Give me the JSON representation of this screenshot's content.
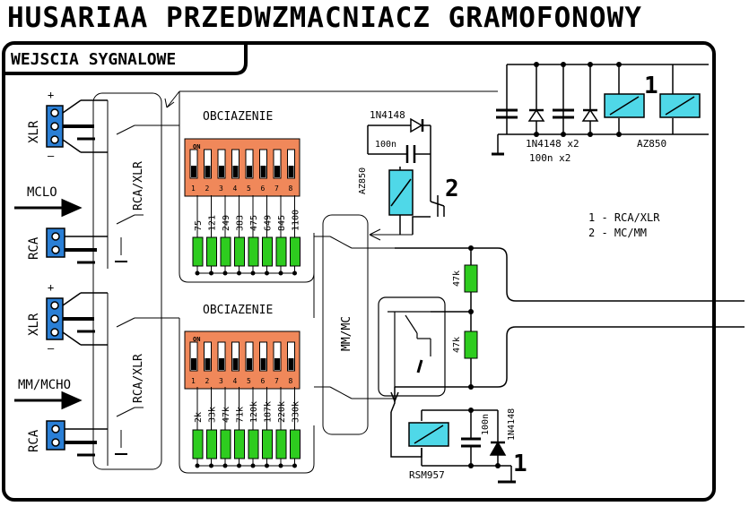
{
  "title": "HUSARIAA PRZEDWZMACNIACZ GRAMOFONOWY",
  "section_label": "WEJSCIA SYGNALOWE",
  "inputs": {
    "xlr_label": "XLR",
    "rca_label": "RCA",
    "mclo_label": "MCLO",
    "mm_mcho_label": "MM/MCHO",
    "plus": "+",
    "minus": "–"
  },
  "switch_labels": {
    "rca_xlr": "RCA/XLR",
    "mm_mc": "MM/MC"
  },
  "dip_label": "OBCIAZENIE",
  "dip_on": "ON",
  "dip_numbers": [
    "1",
    "2",
    "3",
    "4",
    "5",
    "6",
    "7",
    "8"
  ],
  "resistors_top": [
    "75",
    "121",
    "249",
    "383",
    "475",
    "649",
    "845",
    "1100"
  ],
  "resistors_bottom": [
    "2k",
    "33k",
    "47k",
    "71k",
    "120k",
    "187k",
    "220k",
    "330k"
  ],
  "relay_section": {
    "diode_label": "1N4148",
    "cap_label": "100n",
    "relay_label": "AZ850",
    "relay_number": "2",
    "top_number": "1",
    "top_note_1": "1N4148 x2",
    "top_note_2": "100n x2",
    "top_relay_label": "AZ850",
    "bottom_relay_label": "RSM957",
    "bottom_cap_label": "100n",
    "bottom_diode_label": "1N4148",
    "bottom_number": "1"
  },
  "legend": [
    "1 - RCA/XLR",
    "2 - MC/MM"
  ],
  "output_resistor": "47k",
  "colors": {
    "dip_body": "#f0885a",
    "resistor": "#2ecc1f",
    "relay": "#4fd8e8",
    "connector": "#2a7fd6",
    "line": "#000000"
  }
}
